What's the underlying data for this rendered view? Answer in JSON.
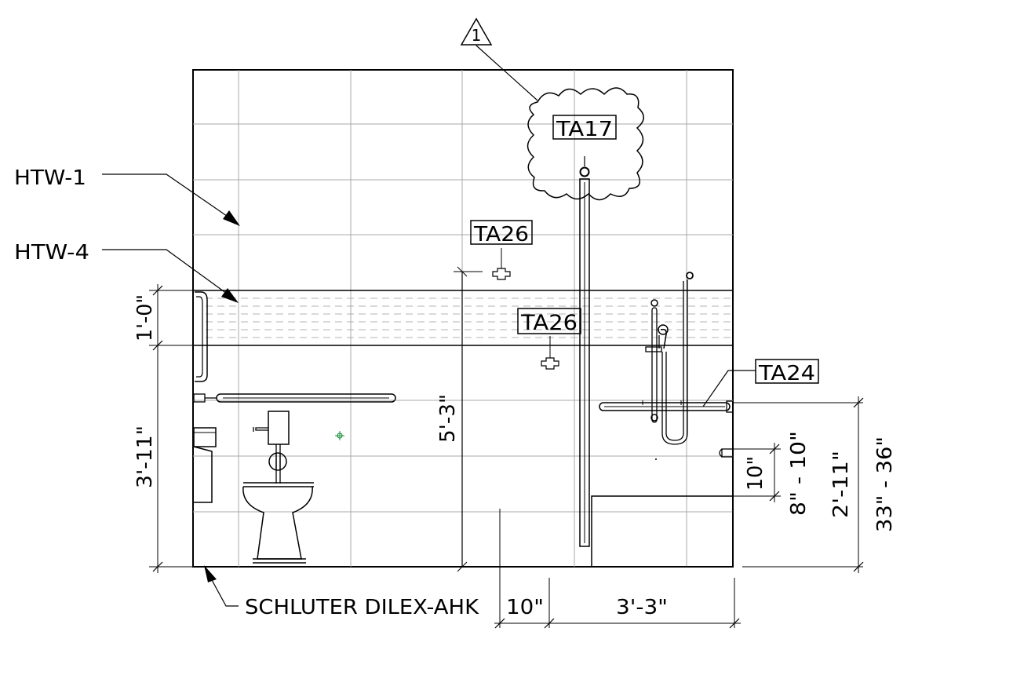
{
  "labels": {
    "revision_number": "1",
    "htw1": "HTW-1",
    "htw4": "HTW-4",
    "schluter": "SCHLUTER DILEX-AHK",
    "ta17": "TA17",
    "ta26_upper": "TA26",
    "ta26_lower": "TA26",
    "ta24": "TA24"
  },
  "dimensions": {
    "band_height": "1'-0\"",
    "wainscot_height": "3'-11\"",
    "divider_height": "5'-3\"",
    "left_offset": "10\"",
    "shower_width": "3'-3\"",
    "valve_spacing": "10\"",
    "valve_range": "8\" - 10\"",
    "valve_height": "2'-11\"",
    "grab_bar_height": "33\" - 36\""
  },
  "colors": {
    "lines": "#000000",
    "grid": "#a8a8a8",
    "band_hatch": "#9a9a9a",
    "marker": "#1a8f3a"
  }
}
